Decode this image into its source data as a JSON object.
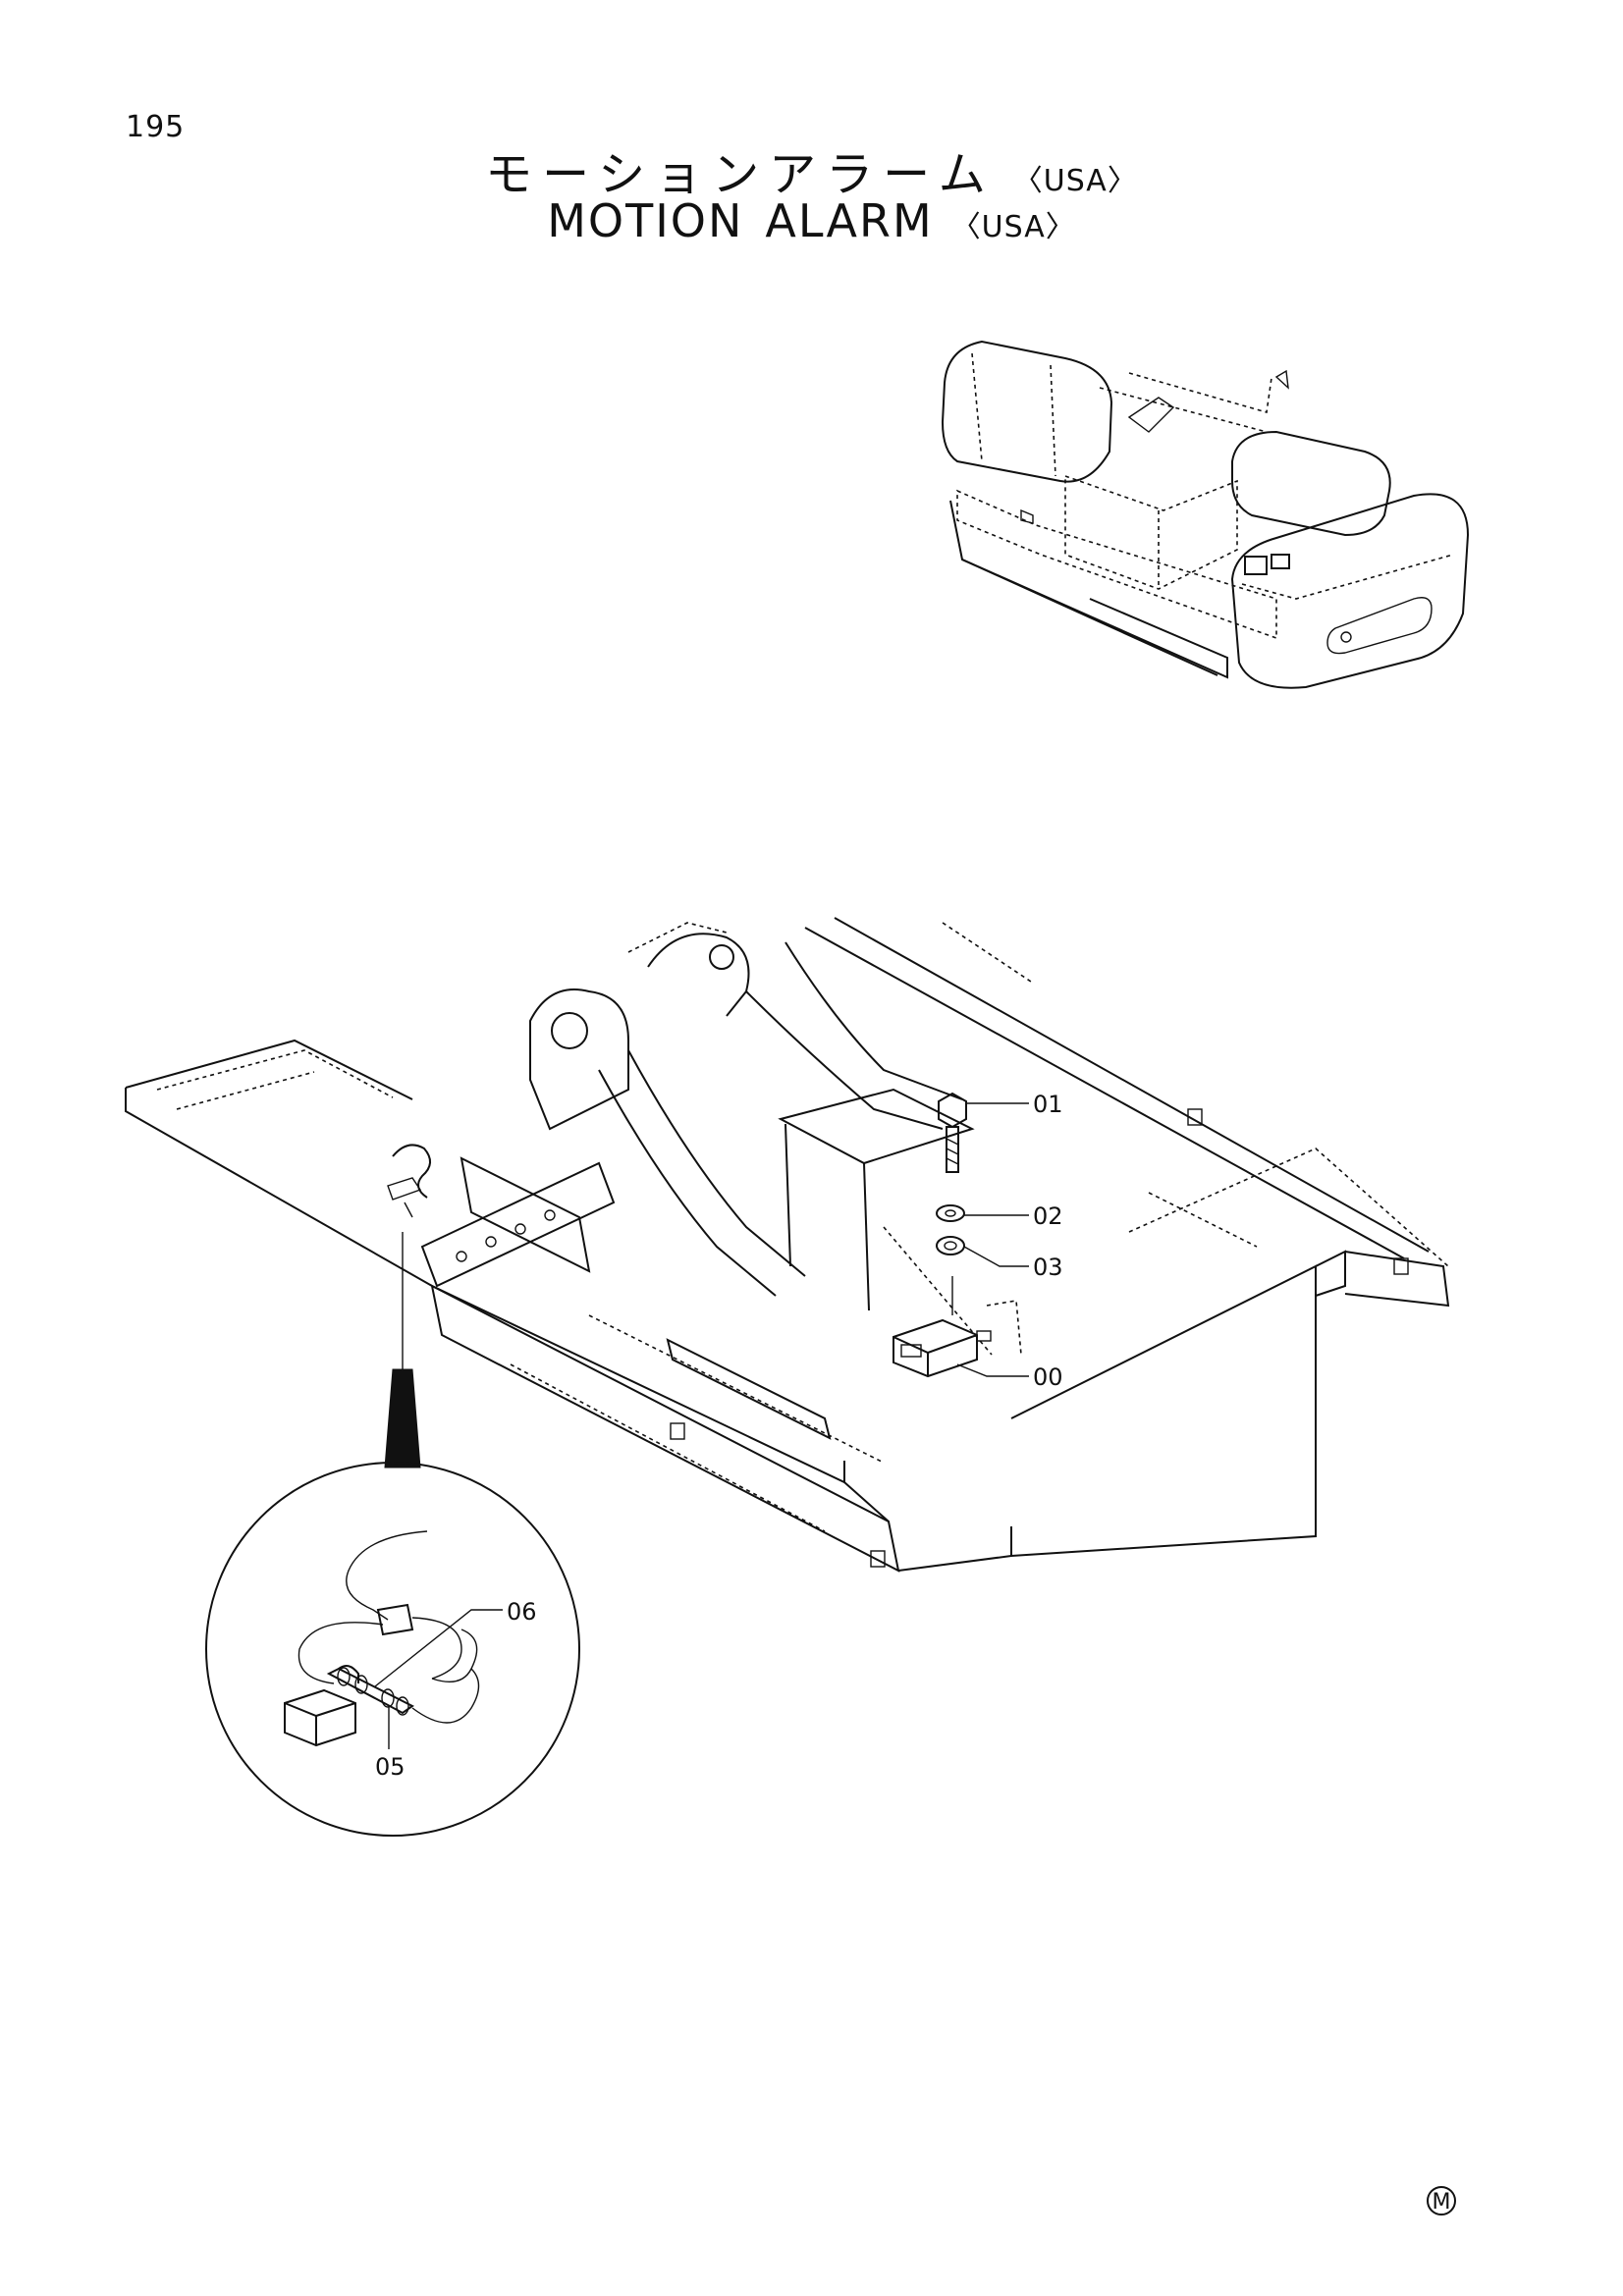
{
  "page": {
    "number": "195",
    "title_jp": "モーションアラーム",
    "title_en_word1": "MOTION",
    "title_en_word2": "ALARM",
    "region_tag": "〈USA〉",
    "corner_mark": "M"
  },
  "callouts": {
    "c00": "00",
    "c01": "01",
    "c02": "02",
    "c03": "03",
    "c05": "05",
    "c06": "06"
  }
}
